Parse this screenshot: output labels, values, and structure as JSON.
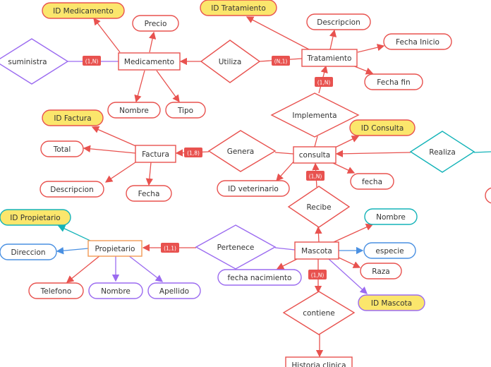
{
  "colors": {
    "red": "#e8524f",
    "yellow_fill": "#fbe66c",
    "blue": "#4a90e2",
    "purple": "#9b6bf0",
    "teal": "#13b3b8",
    "orange": "#f29a55",
    "badge": "#e8524f"
  },
  "entities": {
    "medicamento": "Medicamento",
    "tratamiento": "Tratamiento",
    "factura": "Factura",
    "consulta": "consulta",
    "propietario": "Propietario",
    "mascota": "Mascota",
    "historia": "Historia clinica"
  },
  "relationships": {
    "suministra": "suministra",
    "utiliza": "Utiliza",
    "implementa": "Implementa",
    "genera": "Genera",
    "realiza": "Realiza",
    "recibe": "Recibe",
    "pertenece": "Pertenece",
    "contiene": "contiene"
  },
  "attributes": {
    "id_medicamento": "ID Medicamento",
    "precio": "Precio",
    "nombre_med": "Nombre",
    "tipo": "Tipo",
    "id_tratamiento": "ID Tratamiento",
    "descripcion_trat": "Descripcion",
    "fecha_inicio": "Fecha Inicio",
    "fecha_fin": "Fecha fin",
    "id_factura": "ID Factura",
    "total": "Total",
    "descripcion_fac": "Descripcion",
    "fecha_fac": "Fecha",
    "id_consulta": "ID Consulta",
    "id_veterinario": "ID veterinario",
    "fecha_cons": "fecha",
    "id_propietario": "ID Propietario",
    "direccion": "Direccion",
    "telefono": "Telefono",
    "nombre_prop": "Nombre",
    "apellido": "Apellido",
    "nombre_masc": "Nombre",
    "especie": "especie",
    "raza": "Raza",
    "fecha_nacimiento": "fecha nacimiento",
    "id_mascota": "ID Mascota"
  },
  "cardinalities": {
    "suministra_med": "(1,N)",
    "utiliza_trat": "(N,1)",
    "trat_implementa": "(1,N)",
    "factura_genera": "(1,8)",
    "consulta_recibe": "(1,N)",
    "prop_pertenece": "(1,1)",
    "mascota_contiene": "(1,N)"
  }
}
